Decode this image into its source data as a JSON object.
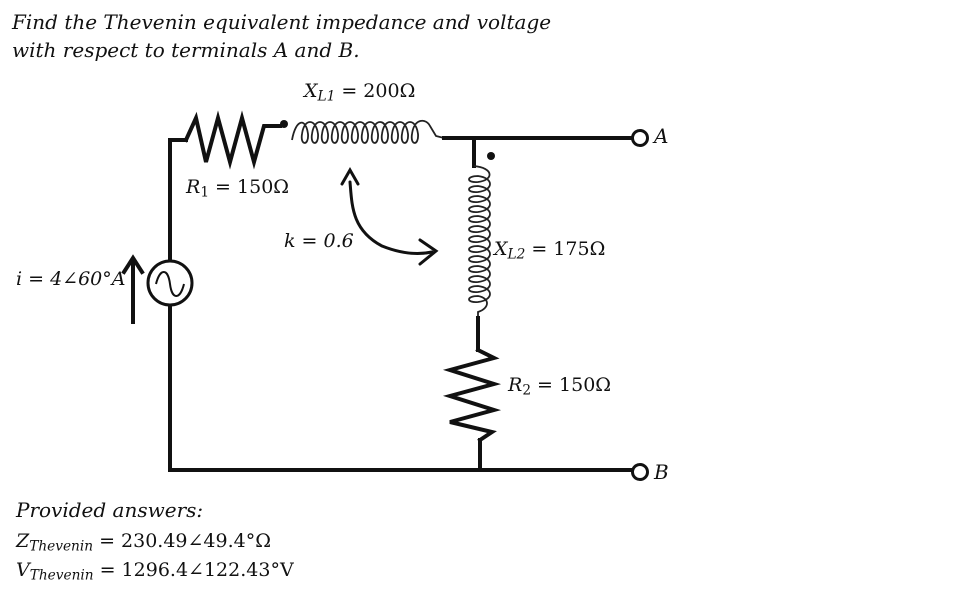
{
  "problem": {
    "line1": "Find the Thevenin   equivalent impedance and voltage",
    "line2": "with respect to terminals A and B."
  },
  "labels": {
    "xl1": {
      "main": "X",
      "sub": "L1",
      "rest": " = 200Ω"
    },
    "r1": {
      "main": "R",
      "sub": "1",
      "rest": " = 150Ω"
    },
    "k": "k = 0.6",
    "source": "i = 4∠60°A",
    "xl2": {
      "main": "X",
      "sub": "L2",
      "rest": " = 175Ω"
    },
    "r2": {
      "main": "R",
      "sub": "2",
      "rest": " = 150Ω"
    },
    "terminal_a": "A",
    "terminal_b": "B"
  },
  "answers": {
    "heading": "Provided answers:",
    "z": {
      "main": "Z",
      "sub": "Thevenin",
      "rest": " = 230.49∠49.4°Ω"
    },
    "v": {
      "main": "V",
      "sub": "Thevenin",
      "rest": " = 1296.4∠122.43°V"
    }
  }
}
